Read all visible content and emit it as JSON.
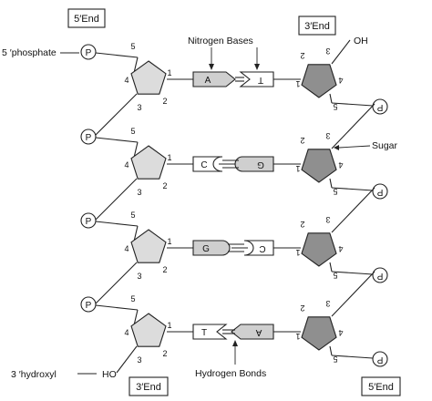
{
  "end_labels": {
    "top_left": "5′End",
    "top_right": "3′End",
    "bottom_left": "3′End",
    "bottom_right": "5′End"
  },
  "annotations": {
    "five_phosphate": "5 ′phosphate",
    "three_hydroxyl": "3 ′hydroxyl",
    "oh_top": "OH",
    "ho_bottom": "HO",
    "nitrogen_bases": "Nitrogen Bases",
    "hydrogen_bonds": "Hydrogen Bonds",
    "sugar": "Sugar"
  },
  "phosphate_symbol": "P",
  "carbon_numbers": {
    "c1": "1",
    "c2": "2",
    "c3": "3",
    "c4": "4",
    "c5": "5"
  },
  "base_pairs": [
    {
      "left": "A",
      "right": "T",
      "hydrogen_bonds": 2
    },
    {
      "left": "C",
      "right": "G",
      "hydrogen_bonds": 3
    },
    {
      "left": "G",
      "right": "C",
      "hydrogen_bonds": 3
    },
    {
      "left": "T",
      "right": "A",
      "hydrogen_bonds": 2
    }
  ],
  "colors": {
    "left_sugar": "#dcdcdc",
    "right_sugar": "#8f8f8f",
    "purine": "#cfcfcf",
    "pyrimidine": "#ffffff",
    "stroke": "#222222"
  }
}
